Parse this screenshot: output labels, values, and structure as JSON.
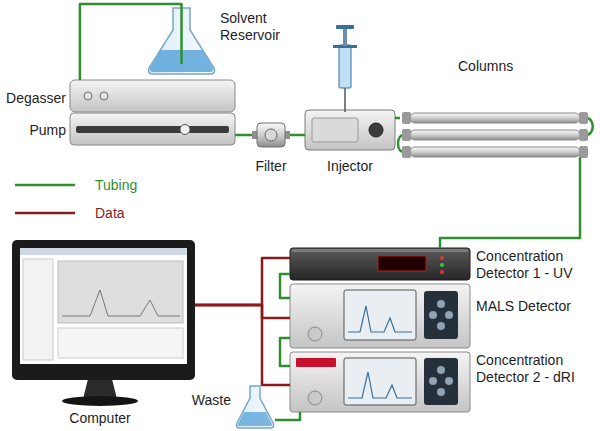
{
  "diagram": {
    "nodes": [
      {
        "text": [
          "Solvent Reservoir"
        ]
      },
      {
        "text": [
          "Degasser",
          "Pump"
        ]
      },
      {
        "text": [
          "Filter"
        ]
      },
      {
        "text": [
          "Injector"
        ]
      },
      {
        "text": [
          "Columns"
        ]
      },
      {
        "text": [
          "Concentration Detector 1 - UV"
        ]
      },
      {
        "text": [
          "MALS Detector"
        ]
      },
      {
        "text": [
          "Concentration Detector 2 - dRI"
        ]
      },
      {
        "text": [
          "Computer"
        ]
      },
      {
        "text": [
          "Waste"
        ]
      }
    ],
    "edges": [
      {
        "from": 0,
        "to": 1,
        "arrow": "none"
      },
      {
        "from": 1,
        "to": 2,
        "arrow": "none"
      },
      {
        "from": 2,
        "to": 3,
        "arrow": "none"
      },
      {
        "from": 3,
        "to": 4,
        "arrow": "none"
      },
      {
        "from": 4,
        "to": 5,
        "arrow": "none"
      },
      {
        "from": 5,
        "to": 6,
        "arrow": "none"
      },
      {
        "from": 6,
        "to": 7,
        "arrow": "none"
      },
      {
        "from": 7,
        "to": 9,
        "arrow": "none"
      },
      {
        "from": 5,
        "to": 8,
        "arrow": "none"
      },
      {
        "from": 6,
        "to": 8,
        "arrow": "none"
      },
      {
        "from": 7,
        "to": 8,
        "arrow": "none"
      }
    ],
    "legend": [
      {
        "text": "Tubing"
      },
      {
        "text": "Data"
      }
    ]
  }
}
